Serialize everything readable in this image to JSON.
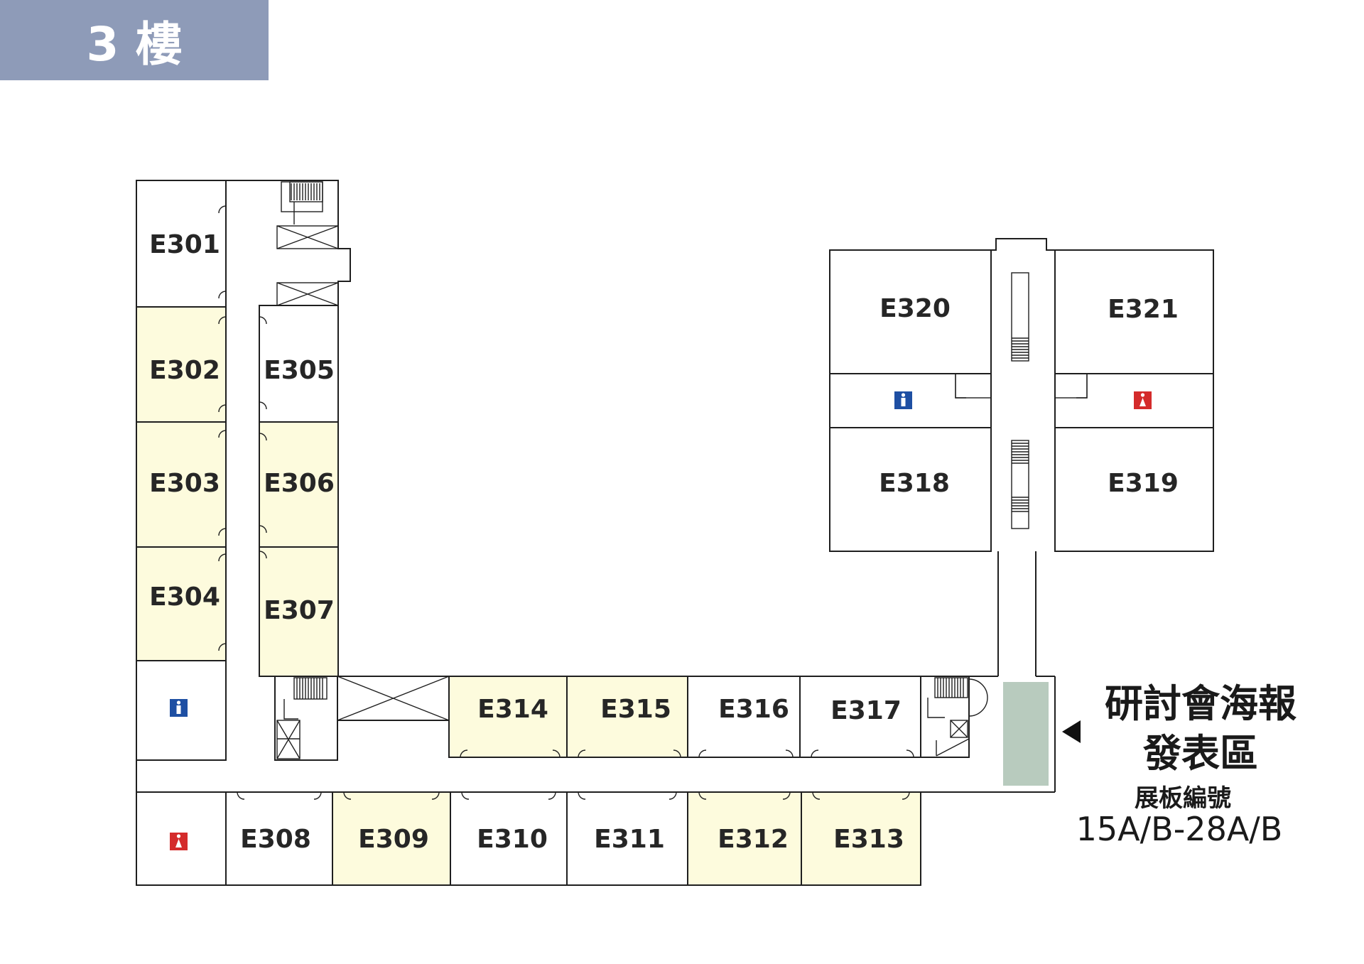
{
  "floor_label": "3 樓",
  "rooms": {
    "E301": "E301",
    "E302": "E302",
    "E303": "E303",
    "E304": "E304",
    "E305": "E305",
    "E306": "E306",
    "E307": "E307",
    "E308": "E308",
    "E309": "E309",
    "E310": "E310",
    "E311": "E311",
    "E312": "E312",
    "E313": "E313",
    "E314": "E314",
    "E315": "E315",
    "E316": "E316",
    "E317": "E317",
    "E318": "E318",
    "E319": "E319",
    "E320": "E320",
    "E321": "E321"
  },
  "highlighted_rooms": [
    "E302",
    "E303",
    "E304",
    "E306",
    "E307",
    "E309",
    "E312",
    "E313",
    "E314",
    "E315"
  ],
  "poster_area": {
    "title_line1": "研討會海報",
    "title_line2": "發表區",
    "board_label": "展板編號",
    "board_range": "15A/B-28A/B"
  },
  "icons": [
    "restroom-male-icon",
    "restroom-female-icon",
    "stairs-icon",
    "elevator-icon",
    "pointer-arrow-icon"
  ],
  "colors": {
    "floor_badge": "#8e9bb8",
    "highlight_room": "#fdfbdd",
    "poster_zone": "#b8cbbe",
    "male_restroom": "#1e4fa3",
    "female_restroom": "#d42b2b"
  }
}
